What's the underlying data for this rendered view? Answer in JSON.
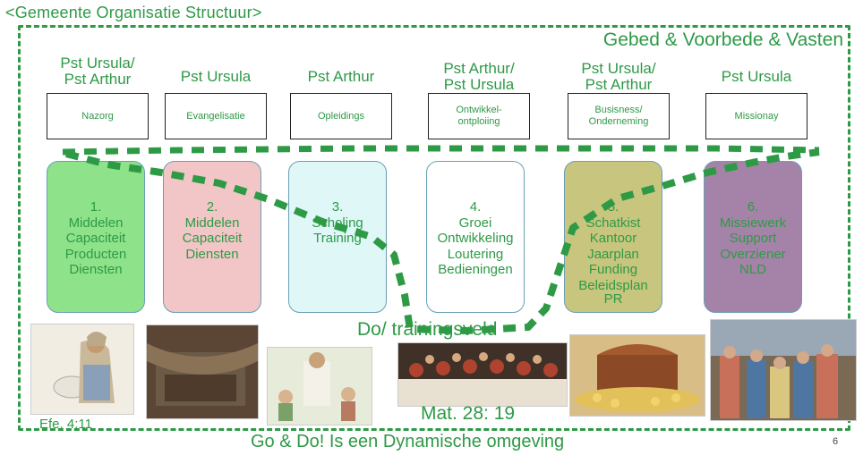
{
  "title": "<Gemeente Organisatie Structuur>",
  "banner": "Gebed & Voorbede & Vasten",
  "leaders": [
    [
      "Pst Ursula/",
      "Pst Arthur"
    ],
    [
      "Pst Ursula"
    ],
    [
      "Pst Arthur"
    ],
    [
      "Pst Arthur/",
      "Pst Ursula"
    ],
    [
      "Pst Ursula/",
      "Pst Arthur"
    ],
    [
      "Pst Ursula"
    ]
  ],
  "departments": [
    [
      "Nazorg"
    ],
    [
      "Evangelisatie"
    ],
    [
      "Opleidings"
    ],
    [
      "Ontwikkel-",
      "ontploiing"
    ],
    [
      "Busisness/",
      "Onderneming"
    ],
    [
      "Missionay"
    ]
  ],
  "pillars": [
    {
      "lines": [
        "1.",
        "Middelen",
        "Capaciteit",
        "Producten",
        "Diensten"
      ],
      "color": "#8ee28a"
    },
    {
      "lines": [
        "2.",
        "Middelen",
        "Capaciteit",
        "Diensten"
      ],
      "color": "#f2c6c6"
    },
    {
      "lines": [
        "3.",
        "Scholing",
        "Training"
      ],
      "color": "#dff7f7"
    },
    {
      "lines": [
        "4.",
        "Groei",
        "Ontwikkeling",
        "Loutering",
        "Bedieningen"
      ],
      "color": "#ffffff"
    },
    {
      "lines": [
        "5.",
        "Schatkist",
        "Kantoor",
        "Jaarplan",
        "Funding",
        "Beleidsplan"
      ],
      "color": "#c8c67e",
      "extra": "PR"
    },
    {
      "lines": [
        "6.",
        "Missiewerk",
        "Support",
        "Overziener",
        "NLD"
      ],
      "color": "#a583a8"
    }
  ],
  "lane_label": "Do/ trainingsveld",
  "verse_left": "Efe. 4:11",
  "verse_center": "Mat. 28: 19",
  "footer": "Go & Do! Is een Dynamische omgeving",
  "page_number": "6",
  "colors": {
    "accent": "#2e9a46",
    "dash": "#2e9a46"
  }
}
